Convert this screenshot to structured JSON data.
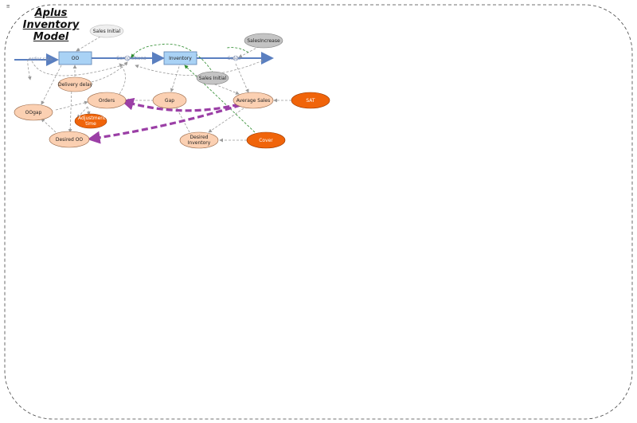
{
  "title": [
    "Aplus",
    "Inventory",
    "Model"
  ],
  "corner_mark": "≡",
  "stocks": {
    "oo": "OO",
    "inventory": "Inventory"
  },
  "flows": {
    "order_rate": "order rate",
    "completions": "Completions",
    "sales": "Sales"
  },
  "variables": {
    "sales_initial_top": "Sales Initial",
    "sales_increase": "SalesIncrease",
    "sales_initial_mid": "Sales Initial",
    "delivery_delay": "Delivery delay",
    "orders": "Orders",
    "gap": "Gap",
    "average_sales": "Average Sales",
    "sat": "SAT",
    "oo_gap": "OOgap",
    "adjustment_time": "Adjustment time",
    "desired_oo": "Desired OO",
    "desired_inventory": "Desired Inventory",
    "cover": "Cover"
  },
  "colors": {
    "stock_fill": "#a9d2f5",
    "stock_border": "#5a7fb0",
    "aux_fill": "#fbd0b2",
    "aux_border": "#9a6a4a",
    "param_fill": "#f0640a",
    "gray_fill": "#c4c4c4",
    "light_fill": "#eeeeee",
    "flow_line": "#5a7fc0",
    "link_line": "#999999",
    "green_link": "#2a8a2a",
    "highlight_arrow": "#9b3fa6"
  }
}
